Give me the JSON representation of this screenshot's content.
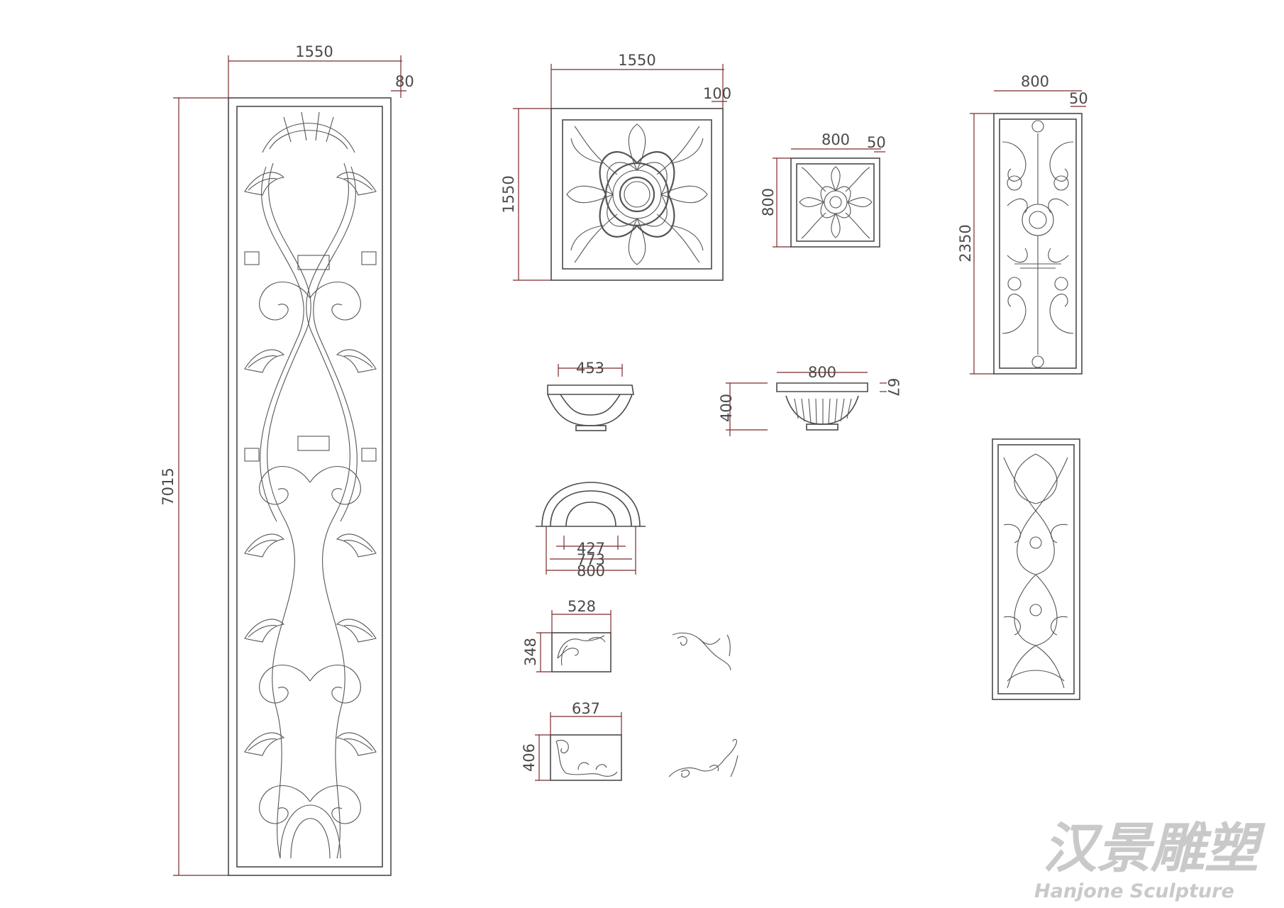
{
  "drawing": {
    "panels": {
      "tall_column": {
        "width": "1550",
        "edge": "80",
        "height": "7015"
      },
      "large_square": {
        "width": "1550",
        "edge": "100",
        "height": "1550"
      },
      "small_square": {
        "width": "800",
        "edge": "50",
        "height": "800"
      },
      "right_panel": {
        "width": "800",
        "edge": "50",
        "height": "2350"
      }
    },
    "brackets": {
      "bowl_small": {
        "width": "453"
      },
      "bowl_large": {
        "width": "800",
        "height": "400",
        "lip": "67"
      }
    },
    "arch": {
      "inner": "427",
      "middle": "773",
      "outer": "800"
    },
    "corners": {
      "corner_small": {
        "width": "528",
        "height": "348"
      },
      "corner_large": {
        "width": "637",
        "height": "406"
      }
    }
  },
  "watermark": {
    "chinese": "汉景雕塑",
    "english": "Hanjone Sculpture",
    "color": "#c9c9c9"
  },
  "colors": {
    "line": "#4a4a4a",
    "dimension_line": "#7a2a2a",
    "background": "#ffffff"
  }
}
